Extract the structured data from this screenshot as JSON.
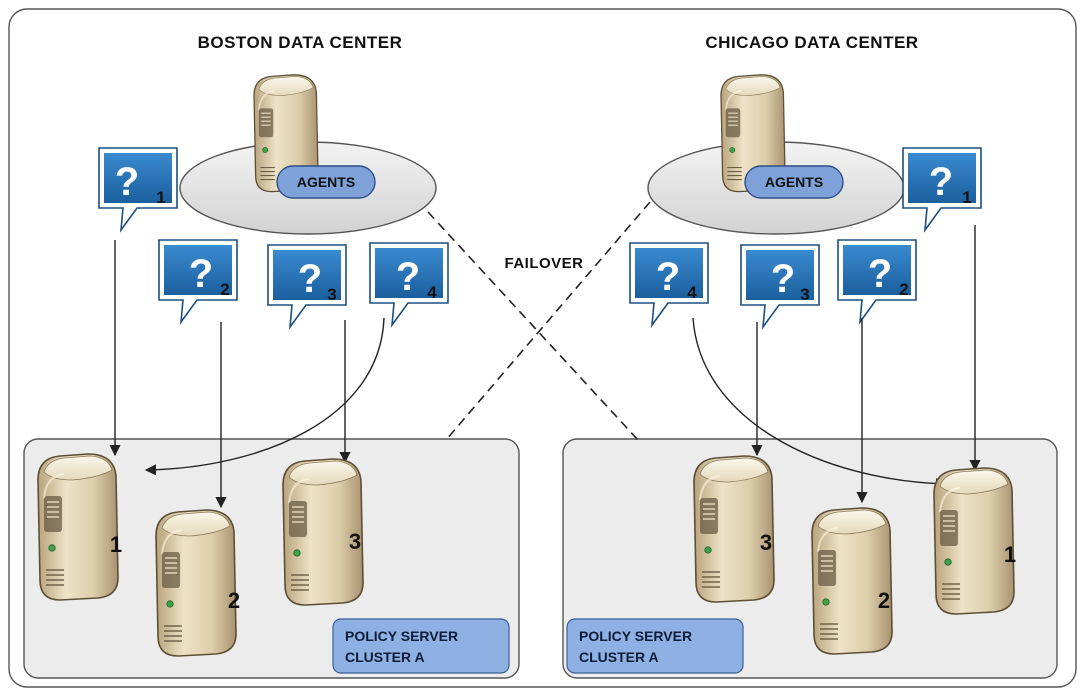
{
  "boston": {
    "title": "BOSTON DATA CENTER",
    "agents_label": "AGENTS",
    "cluster_label_line1": "POLICY SERVER",
    "cluster_label_line2": "CLUSTER A",
    "requests": [
      {
        "mark": "?",
        "num": "1"
      },
      {
        "mark": "?",
        "num": "2"
      },
      {
        "mark": "?",
        "num": "3"
      },
      {
        "mark": "?",
        "num": "4"
      }
    ],
    "servers": [
      "1",
      "2",
      "3"
    ]
  },
  "chicago": {
    "title": "CHICAGO DATA CENTER",
    "agents_label": "AGENTS",
    "cluster_label_line1": "POLICY SERVER",
    "cluster_label_line2": "CLUSTER A",
    "requests": [
      {
        "mark": "?",
        "num": "1"
      },
      {
        "mark": "?",
        "num": "2"
      },
      {
        "mark": "?",
        "num": "3"
      },
      {
        "mark": "?",
        "num": "4"
      }
    ],
    "servers": [
      "1",
      "2",
      "3"
    ]
  },
  "failover_label": "FAILOVER",
  "colors": {
    "bubble": "#1f6fb2",
    "cluster_bg": "#ececec",
    "agents_disk": "#e2e2e2",
    "agents_pill": "#7da1d8",
    "policy_label_bg": "#8fb0e2",
    "server_tan": "#d8c9a8"
  }
}
